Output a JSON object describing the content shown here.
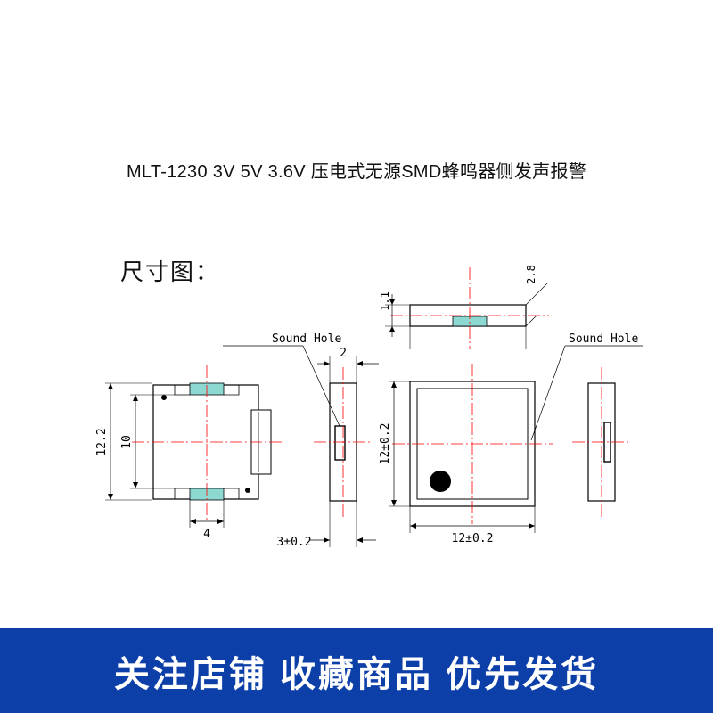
{
  "page": {
    "title": "MLT-1230 3V 5V 3.6V 压电式无源SMD蜂鸣器侧发声报警",
    "section_label": "尺寸图：",
    "banner_text": "关注店铺 收藏商品 优先发货",
    "accent_blue": "#0d3fa8",
    "pad_teal": "#8ed8d2",
    "center_line_red": "#ff0000",
    "line_black": "#000000"
  },
  "drawing": {
    "labels": {
      "sound_hole_left": "Sound Hole",
      "sound_hole_right": "Sound Hole"
    },
    "dimensions": {
      "side_view_height_1": "1.1",
      "side_view_height_2": "2.8",
      "front_width_12_2": "12.2",
      "front_width_10": "10",
      "pad_width_4": "4",
      "pad_gap_2": "2",
      "thickness_3": "3±0.2",
      "top_height_12": "12±0.2",
      "top_width_12": "12±0.2"
    }
  }
}
